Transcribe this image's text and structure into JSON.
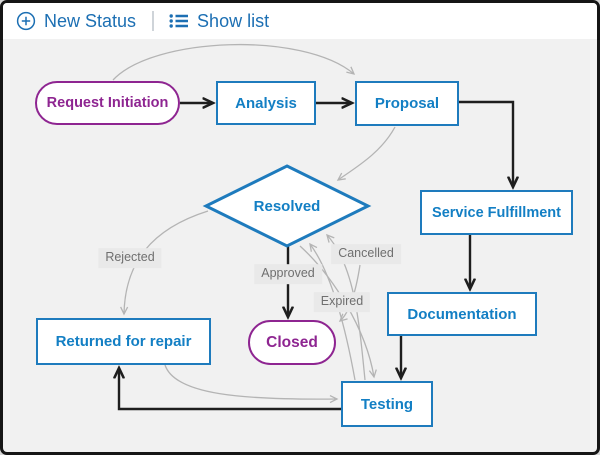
{
  "toolbar": {
    "new_status_label": "New Status",
    "show_list_label": "Show list",
    "accent_color": "#1c6fb3"
  },
  "diagram": {
    "nodes": [
      {
        "id": "request-initiation",
        "label": "Request Initiation",
        "shape": "stadium",
        "color": "#8e2591"
      },
      {
        "id": "analysis",
        "label": "Analysis",
        "shape": "rect",
        "color": "#1e7bbd"
      },
      {
        "id": "proposal",
        "label": "Proposal",
        "shape": "rect",
        "color": "#1e7bbd"
      },
      {
        "id": "service-fulfillment",
        "label": "Service Fulfillment",
        "shape": "rect",
        "color": "#1e7bbd"
      },
      {
        "id": "documentation",
        "label": "Documentation",
        "shape": "rect",
        "color": "#1e7bbd"
      },
      {
        "id": "resolved",
        "label": "Resolved",
        "shape": "diamond",
        "color": "#1e7bbd"
      },
      {
        "id": "closed",
        "label": "Closed",
        "shape": "stadium",
        "color": "#8e2591"
      },
      {
        "id": "returned-for-repair",
        "label": "Returned for repair",
        "shape": "rect",
        "color": "#1e7bbd"
      },
      {
        "id": "testing",
        "label": "Testing",
        "shape": "rect",
        "color": "#1e7bbd"
      }
    ],
    "edge_labels": [
      {
        "id": "rejected",
        "label": "Rejected"
      },
      {
        "id": "approved",
        "label": "Approved"
      },
      {
        "id": "cancelled",
        "label": "Cancelled"
      },
      {
        "id": "expired",
        "label": "Expired"
      }
    ],
    "edge_colors": {
      "transition": "#1e1e1e",
      "secondary": "#b4b4b4"
    },
    "canvas_background": "#f1f1f1"
  }
}
